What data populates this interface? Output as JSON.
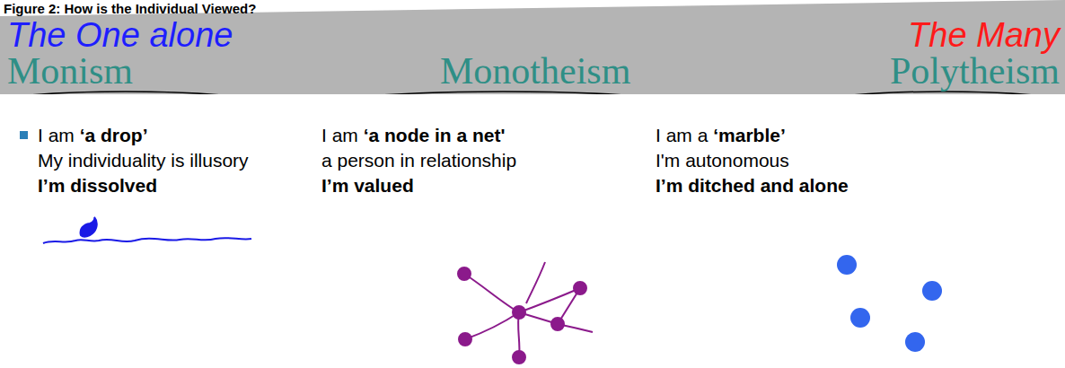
{
  "diagram": {
    "title": "Figure 2: How is the Individual Viewed?",
    "nodes": [
      {
        "text": [
          "The One alone",
          "The Many",
          "Monism",
          "Monotheism",
          "Polytheism"
        ]
      }
    ],
    "labels": [
      "I am ‘a drop’",
      "My individuality is illusory",
      "I’m dissolved",
      "I am ‘a node in a net'",
      "a person in relationship",
      "I’m valued",
      "I am a ‘marble’",
      "I'm autonomous",
      "I’m ditched and alone"
    ]
  }
}
